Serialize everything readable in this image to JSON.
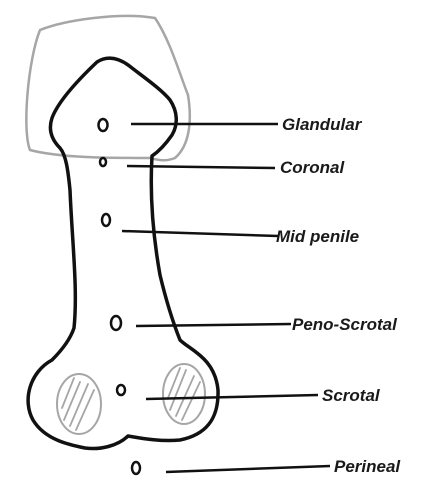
{
  "labels": {
    "glandular": "Glandular",
    "coronal": "Coronal",
    "mid_penile": "Mid penile",
    "peno_scrotal": "Peno-Scrotal",
    "scrotal": "Scrotal",
    "perineal": "Perineal"
  },
  "colors": {
    "outline": "#111111",
    "prepuce_outline": "#a6a6a6",
    "hatching": "#a6a6a6",
    "text": "#1a1a1a"
  }
}
